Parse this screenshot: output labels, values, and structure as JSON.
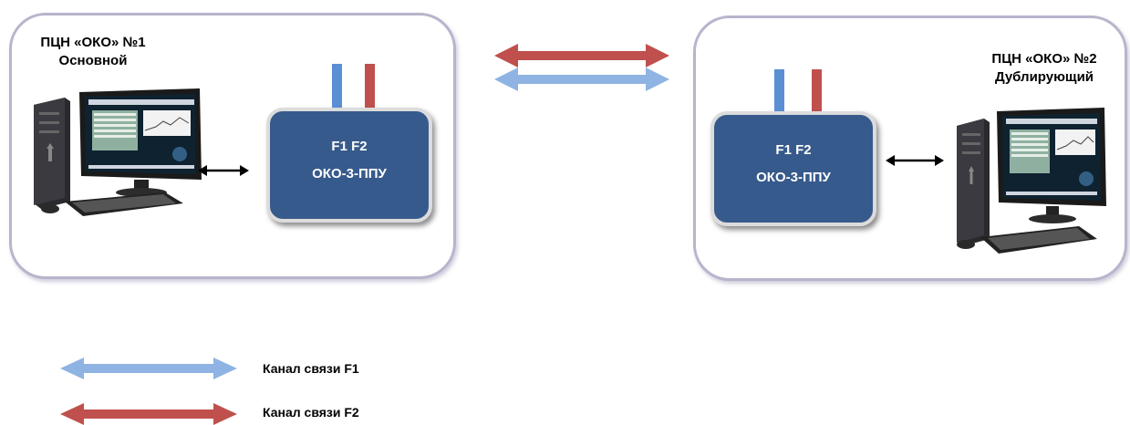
{
  "station_main": {
    "title_line1": "ПЦН «ОКО» №1",
    "title_line2": "Основной",
    "device": {
      "ports_label": "F1 F2",
      "model": "ОКО-3-ППУ"
    }
  },
  "station_backup": {
    "title_line1": "ПЦН «ОКО» №2",
    "title_line2": "Дублирующий",
    "device": {
      "ports_label": "F1 F2",
      "model": "ОКО-3-ППУ"
    }
  },
  "legend": [
    {
      "label": "Канал связи F1",
      "color": "#8fb4e3"
    },
    {
      "label": "Канал связи F2",
      "color": "#c0504d"
    }
  ],
  "colors": {
    "f1_channel": "#8fb4e3",
    "f2_channel": "#c0504d",
    "device_fill": "#375a8c",
    "frame_border": "#b9b4cc"
  }
}
